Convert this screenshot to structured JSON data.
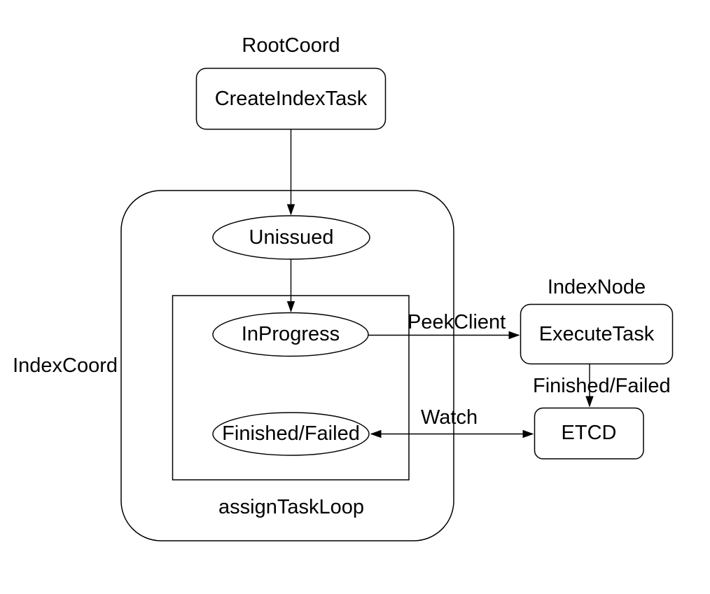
{
  "diagram": {
    "title_hint": "Index task flow diagram",
    "colors": {
      "background": "#ffffff",
      "stroke": "#000000",
      "text": "#000000"
    },
    "groups": {
      "rootcoord": {
        "label": "RootCoord"
      },
      "indexcoord": {
        "label": "IndexCoord",
        "loop_label": "assignTaskLoop"
      },
      "indexnode": {
        "label": "IndexNode"
      }
    },
    "nodes": {
      "create_index_task": "CreateIndexTask",
      "unissued": "Unissued",
      "in_progress": "InProgress",
      "finished_failed": "Finished/Failed",
      "execute_task": "ExecuteTask",
      "etcd": "ETCD"
    },
    "edges": {
      "peek_client": "PeekClient",
      "finished_failed": "Finished/Failed",
      "watch": "Watch"
    }
  }
}
